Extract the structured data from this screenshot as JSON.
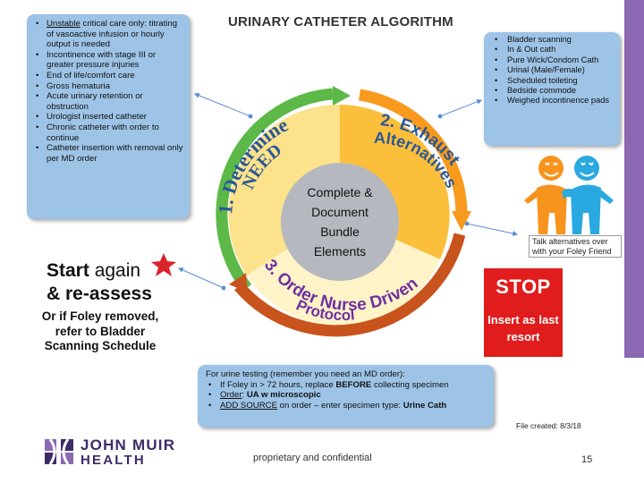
{
  "title": "URINARY CATHETER ALGORITHM",
  "left_box": {
    "items": [
      {
        "underlined": "Unstable",
        "text": " critical care only: titrating of vasoactive infusion or hourly output is needed"
      },
      {
        "underlined": "",
        "text": "Incontinence with stage III or greater pressure injuries"
      },
      {
        "underlined": "",
        "text": "End of life/comfort care"
      },
      {
        "underlined": "",
        "text": "Gross hematuria"
      },
      {
        "underlined": "",
        "text": "Acute urinary retention or obstruction"
      },
      {
        "underlined": "",
        "text": "Urologist inserted catheter"
      },
      {
        "underlined": "",
        "text": "Chronic catheter with order to continue"
      },
      {
        "underlined": "",
        "text": "Catheter insertion with removal only per MD order"
      }
    ]
  },
  "right_box": {
    "items": [
      "Bladder scanning",
      "In & Out cath",
      "Pure Wick/Condom Cath",
      "Urinal (Male/Female)",
      "Scheduled toileting",
      "Bedside commode",
      "Weighed incontinence pads"
    ]
  },
  "cycle": {
    "step1_line1": "1. Determine",
    "step1_line2": "NEED",
    "step2_line1": "2. Exhaust",
    "step2_line2": "Alternatives",
    "step3_line1": "3. Order Nurse Driven",
    "step3_line2": "Protocol",
    "center": [
      "Complete &",
      "Document",
      "Bundle",
      "Elements"
    ]
  },
  "start": {
    "line1_bold": "Start",
    "line1_rest": " again",
    "line2": "& re-assess",
    "sub": "Or if Foley removed, refer to Bladder Scanning Schedule"
  },
  "people_caption": "Talk alternatives over with your Foley Friend",
  "stop": {
    "word": "STOP",
    "sub": "Insert as last resort"
  },
  "bottom_box": {
    "header": "For urine testing (remember you need an MD order):",
    "line1_pre": "If Foley in > 72 hours, replace ",
    "line1_bold": "BEFORE",
    "line1_post": " collecting specimen",
    "line2_u": "Order",
    "line2_rest": ": ",
    "line2_bold": "UA w microscopic",
    "line3_u": "ADD SOURCE",
    "line3_rest": " on order – enter specimen type: ",
    "line3_bold": "Urine Cath"
  },
  "file_created": "File created: 8/3/18",
  "logo": {
    "line1": "JOHN MUIR",
    "line2": "HEALTH"
  },
  "footer": "proprietary and confidential",
  "page_number": "15",
  "colors": {
    "box_blue": "#9dc3e6",
    "stop_red": "#e01c1c",
    "arrow_green": "#5cb947",
    "arrow_orange": "#f79a1e",
    "arrow_rust": "#c9531c",
    "wedge_yellow": "#fce28a",
    "wedge_orange": "#fbbf3b",
    "wedge_center": "#b5b8bf",
    "text_blue": "#2b5797",
    "text_purple": "#7030a0",
    "accent_purple": "#8b68b3",
    "logo_purple": "#3d2b69"
  }
}
